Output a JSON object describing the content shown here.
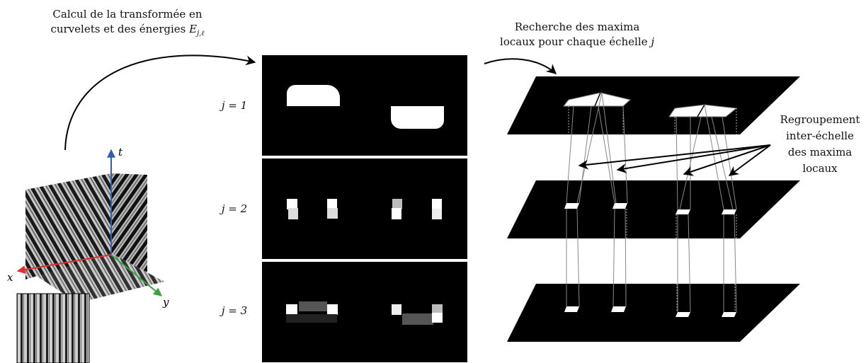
{
  "captions": {
    "transform_line1": "Calcul de la transformée en",
    "transform_line2": "curvelets et des énergies",
    "energy_symbol": "E",
    "energy_subscript": "j,ℓ",
    "search_line1": "Recherche des maxima",
    "search_line2": "locaux pour chaque échelle",
    "search_symbol": "j"
  },
  "axes": {
    "t": "t",
    "x": "x",
    "y": "y"
  },
  "scales": [
    {
      "label": "j = 1"
    },
    {
      "label": "j = 2"
    },
    {
      "label": "j = 3"
    }
  ],
  "regroupement": [
    "Regroupement",
    "inter-échelle",
    "des maxima",
    "locaux"
  ]
}
